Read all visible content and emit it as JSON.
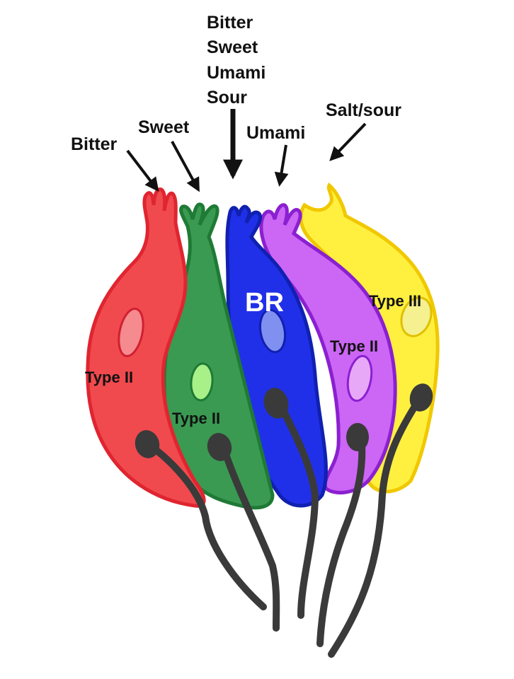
{
  "diagram": {
    "top_label_lines": [
      "Bitter",
      "Sweet",
      "Umami",
      "Sour"
    ],
    "arrow_labels": {
      "bitter": "Bitter",
      "sweet": "Sweet",
      "umami": "Umami",
      "salt_sour": "Salt/sour"
    },
    "cells": [
      {
        "id": "red",
        "label": "Type II",
        "taste": "Bitter",
        "fill": "#f04a4e",
        "stroke": "#e02530",
        "nucleus": "#f58a8f"
      },
      {
        "id": "green",
        "label": "Type II",
        "taste": "Sweet",
        "fill": "#3a9a52",
        "stroke": "#1f7a35",
        "nucleus": "#a8f088"
      },
      {
        "id": "blue",
        "label": "BR",
        "taste": "Bitter/Sweet/Umami/Sour",
        "fill": "#2030e8",
        "stroke": "#1020b0",
        "nucleus": "#8090f0"
      },
      {
        "id": "purple",
        "label": "Type II",
        "taste": "Umami",
        "fill": "#cc66f5",
        "stroke": "#8a20d0",
        "nucleus": "#e8a8f8"
      },
      {
        "id": "yellow",
        "label": "Type III",
        "taste": "Salt/sour",
        "fill": "#fff040",
        "stroke": "#f0c800",
        "nucleus": "#f5f090"
      }
    ],
    "nerve_color": "#3a3a3a",
    "label_color": "#111111"
  }
}
